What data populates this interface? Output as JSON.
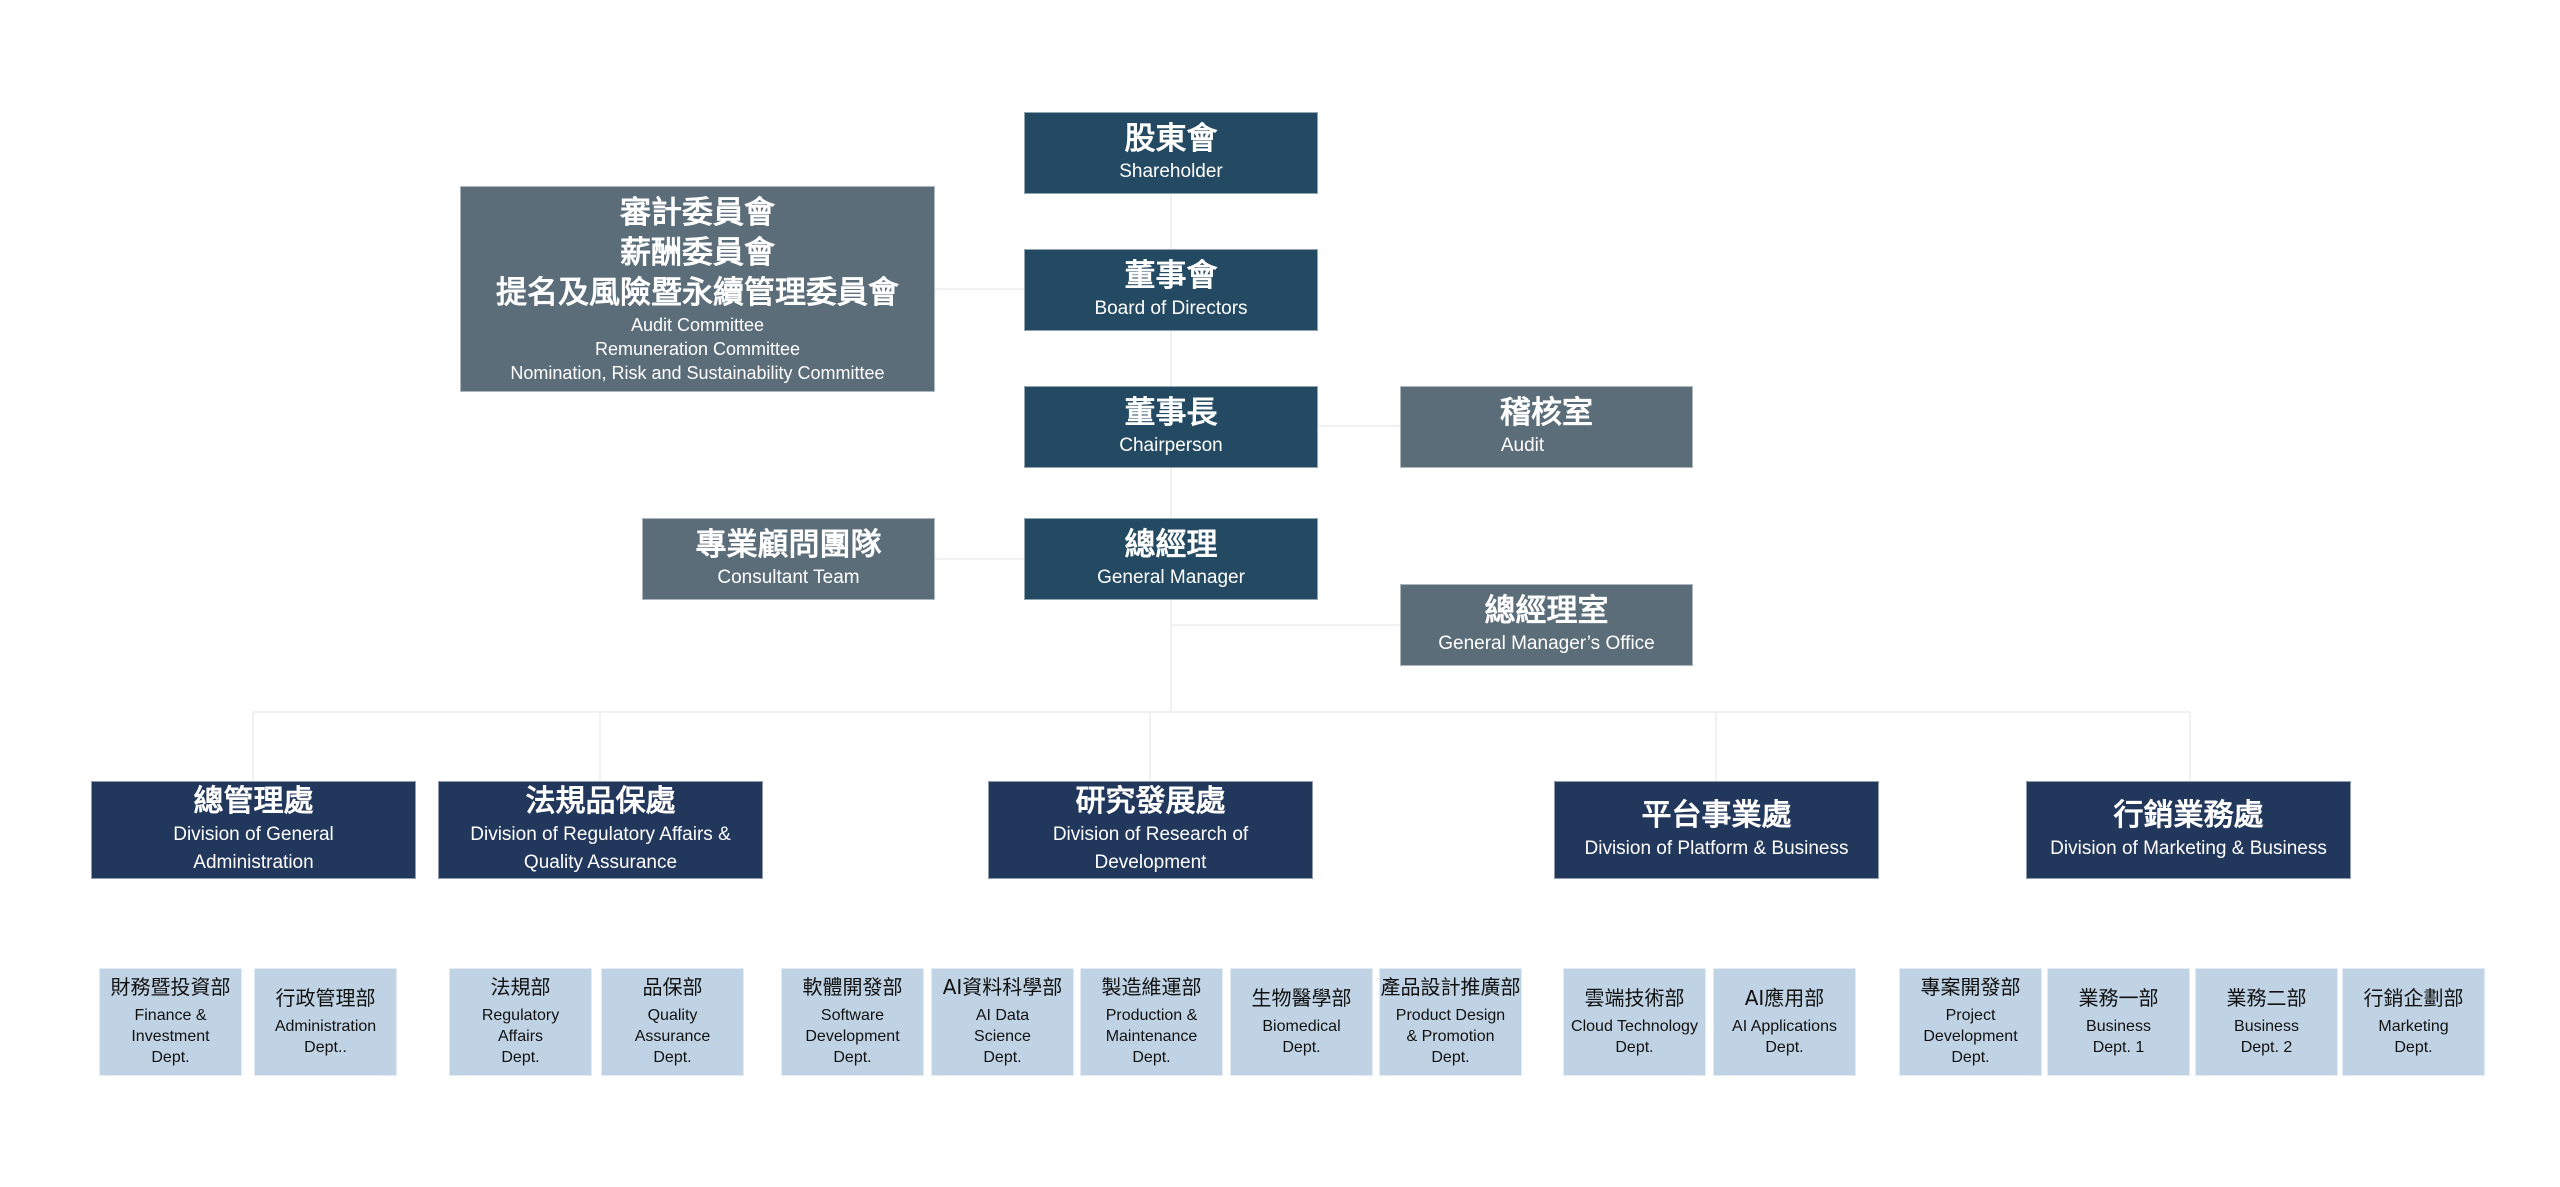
{
  "colors": {
    "governance": "#234a62",
    "support": "#5b6d79",
    "division": "#22375c",
    "department": "#c0d3e4"
  },
  "governance": {
    "shareholder": {
      "zh": "股東會",
      "en": "Shareholder"
    },
    "board": {
      "zh": "董事會",
      "en": "Board of Directors"
    },
    "chairperson": {
      "zh": "董事長",
      "en": "Chairperson"
    },
    "general_manager": {
      "zh": "總經理",
      "en": "General Manager"
    }
  },
  "committees": {
    "zh": [
      "審計委員會",
      "薪酬委員會",
      "提名及風險暨永續管理委員會"
    ],
    "en": [
      "Audit Committee",
      "Remuneration Committee",
      "Nomination, Risk and Sustainability Committee"
    ]
  },
  "audit": {
    "zh": "稽核室",
    "en": "Audit"
  },
  "consultant": {
    "zh": "專業顧問團隊",
    "en": "Consultant Team"
  },
  "gm_office": {
    "zh": "總經理室",
    "en": "General Manager’s Office"
  },
  "divisions": [
    {
      "zh": "總管理處",
      "en": [
        "Division of General",
        "Administration"
      ],
      "depts": [
        {
          "zh": "財務暨投資部",
          "en": [
            "Finance &",
            "Investment",
            "Dept."
          ]
        },
        {
          "zh": "行政管理部",
          "en": [
            "Administration",
            "Dept.."
          ]
        }
      ]
    },
    {
      "zh": "法規品保處",
      "en": [
        "Division of Regulatory Affairs &",
        "Quality Assurance"
      ],
      "depts": [
        {
          "zh": "法規部",
          "en": [
            "Regulatory",
            "Affairs",
            "Dept."
          ]
        },
        {
          "zh": "品保部",
          "en": [
            "Quality",
            "Assurance",
            "Dept."
          ]
        }
      ]
    },
    {
      "zh": "研究發展處",
      "en": [
        "Division of Research of",
        "Development"
      ],
      "depts": [
        {
          "zh": "軟體開發部",
          "en": [
            "Software",
            "Development",
            "Dept."
          ]
        },
        {
          "zh": "AI資料科學部",
          "en": [
            "AI Data",
            "Science",
            "Dept."
          ]
        },
        {
          "zh": "製造維運部",
          "en": [
            "Production &",
            "Maintenance",
            "Dept."
          ]
        },
        {
          "zh": "生物醫學部",
          "en": [
            "Biomedical",
            "Dept."
          ]
        },
        {
          "zh": "產品設計推廣部",
          "en": [
            "Product Design",
            "& Promotion",
            "Dept."
          ]
        }
      ]
    },
    {
      "zh": "平台事業處",
      "en": [
        "Division of Platform & Business"
      ],
      "depts": [
        {
          "zh": "雲端技術部",
          "en": [
            "Cloud Technology",
            "Dept."
          ]
        },
        {
          "zh": "AI應用部",
          "en": [
            "AI Applications",
            "Dept."
          ]
        }
      ]
    },
    {
      "zh": "行銷業務處",
      "en": [
        "Division of Marketing & Business"
      ],
      "depts": [
        {
          "zh": "專案開發部",
          "en": [
            "Project",
            "Development",
            "Dept."
          ]
        },
        {
          "zh": "業務一部",
          "en": [
            "Business",
            "Dept. 1"
          ]
        },
        {
          "zh": "業務二部",
          "en": [
            "Business",
            "Dept. 2"
          ]
        },
        {
          "zh": "行銷企劃部",
          "en": [
            "Marketing",
            "Dept."
          ]
        }
      ]
    }
  ]
}
